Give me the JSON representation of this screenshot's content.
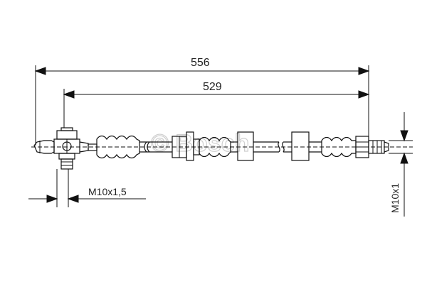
{
  "dimensions": {
    "overall_length": "556",
    "inner_length": "529",
    "left_thread": "M10x1,5",
    "right_thread": "M10x1"
  },
  "watermark": {
    "text": "© Bosch",
    "color": "#cfcfcf"
  },
  "colors": {
    "line": "#111111",
    "background": "#ffffff"
  }
}
